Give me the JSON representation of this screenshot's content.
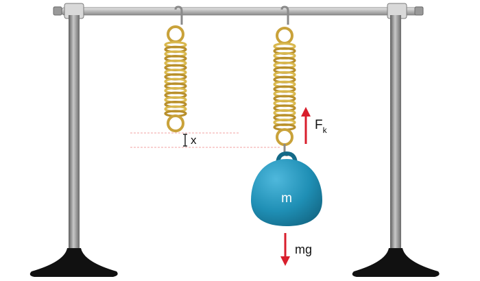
{
  "labels": {
    "extension": "x",
    "spring_force_main": "F",
    "spring_force_sub": "k",
    "mass": "m",
    "weight": "mg"
  },
  "colors": {
    "background": "#ffffff",
    "stand_metal": "#8a8a8a",
    "base": "#111111",
    "spring": "#d4b24a",
    "mass": "#1f8fb5",
    "arrow": "#d81e2c",
    "guide_line": "#f0a0a0"
  }
}
